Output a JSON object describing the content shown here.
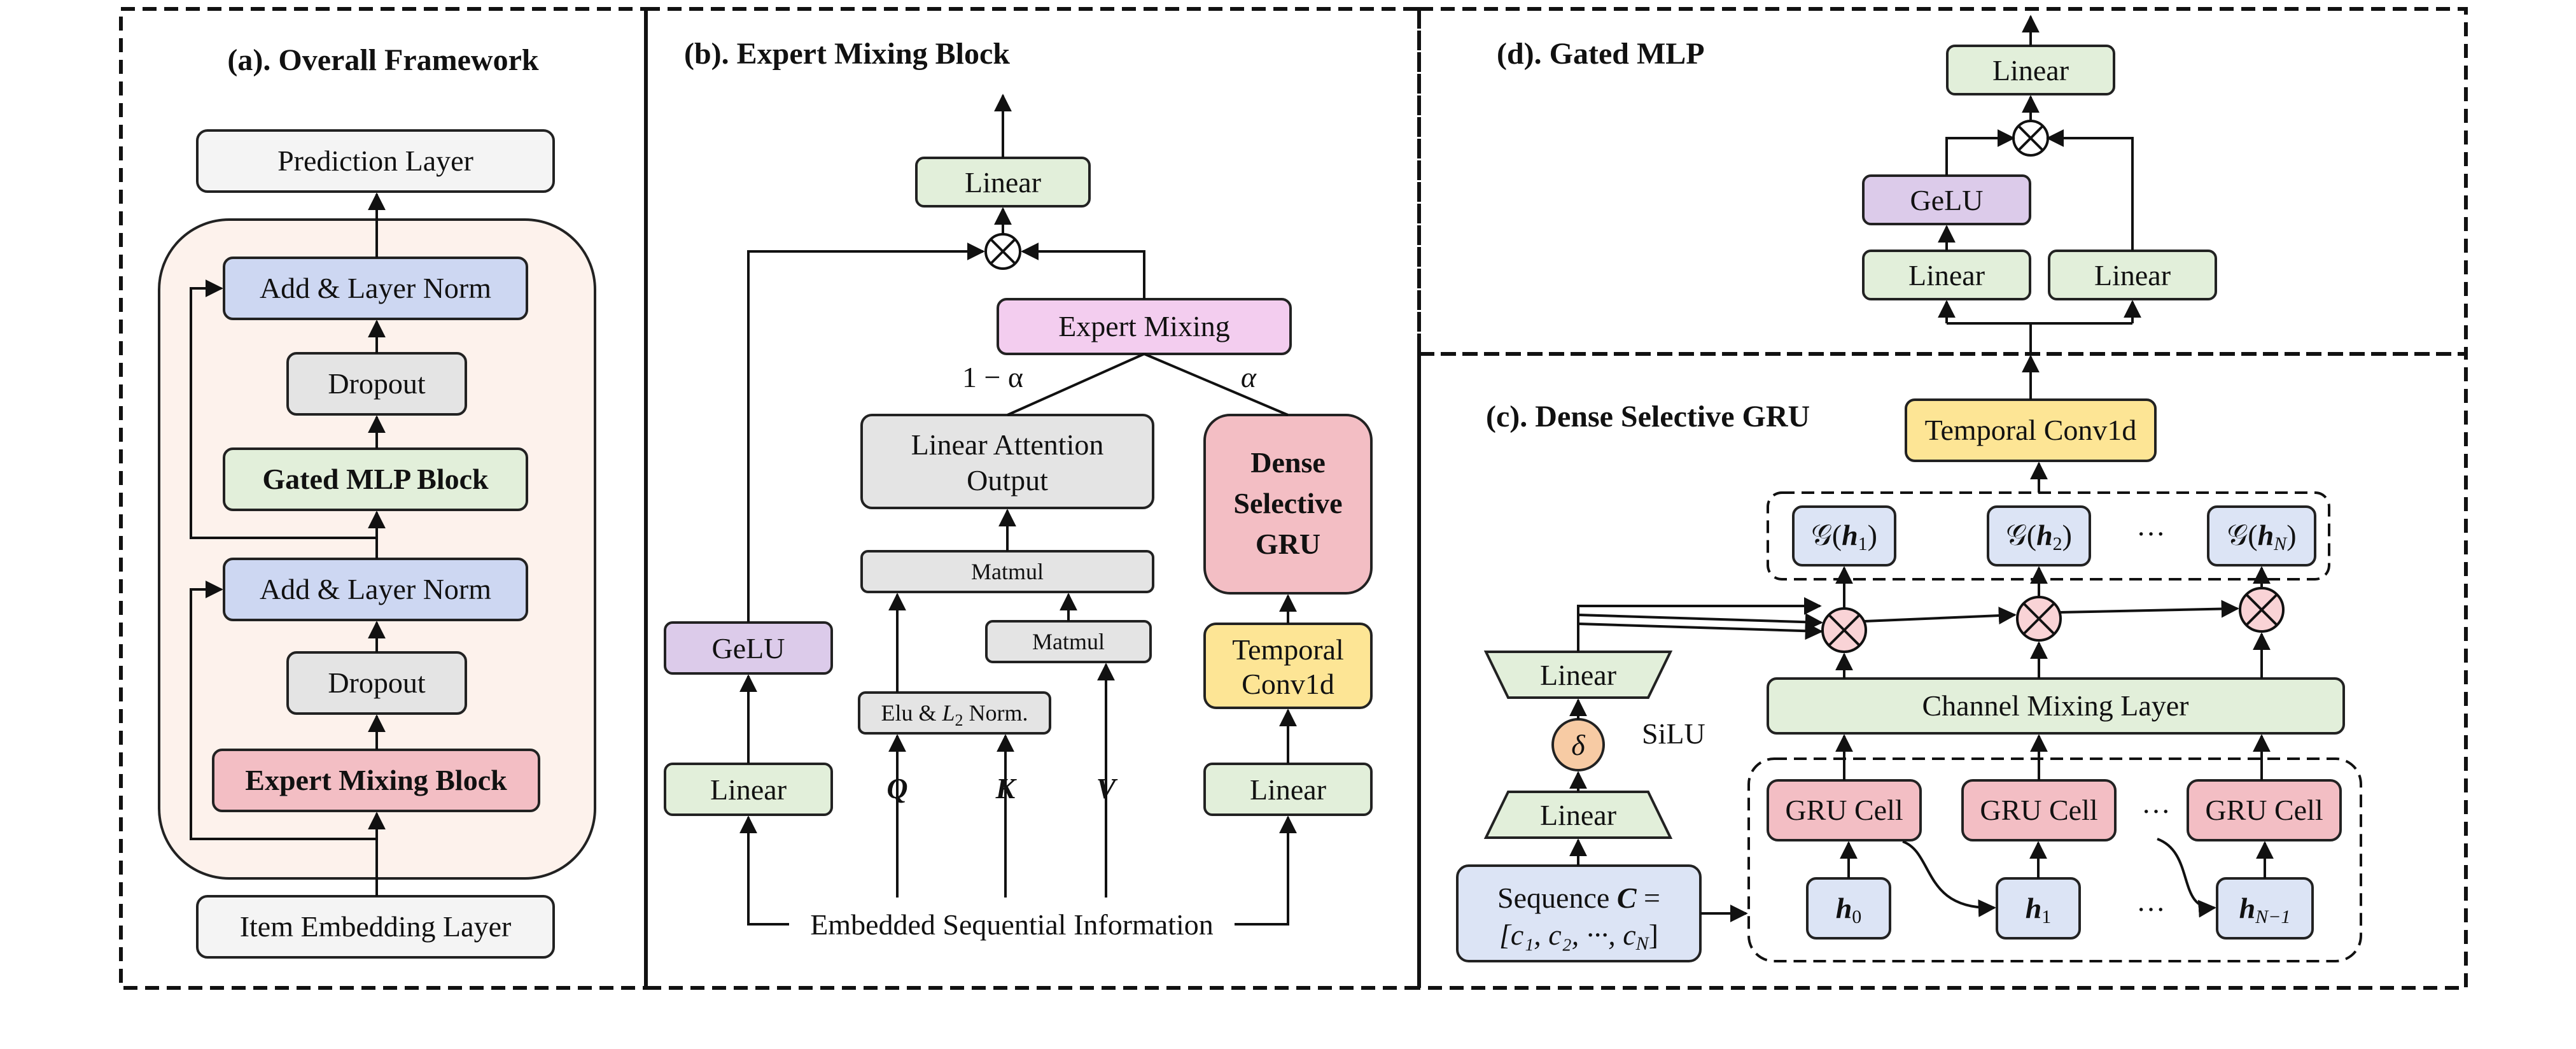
{
  "panel_a": {
    "title": "(a). Overall Framework",
    "prediction_layer": "Prediction Layer",
    "add_norm_top": "Add & Layer Norm",
    "dropout_top": "Dropout",
    "gated_mlp_block": "Gated MLP Block",
    "add_norm_bottom": "Add & Layer Norm",
    "dropout_bottom": "Dropout",
    "expert_mixing_block": "Expert Mixing Block",
    "item_embedding": "Item Embedding Layer"
  },
  "panel_b": {
    "title": "(b). Expert Mixing Block",
    "linear_top": "Linear",
    "expert_mixing": "Expert Mixing",
    "one_minus_alpha": "1 − α",
    "alpha": "α",
    "linear_attention_line1": "Linear Attention",
    "linear_attention_line2": "Output",
    "dense_line1": "Dense",
    "dense_line2": "Selective",
    "dense_line3": "GRU",
    "matmul_top": "Matmul",
    "matmul_right": "Matmul",
    "elu_norm_prefix": "Elu & ",
    "elu_norm_L": "L",
    "elu_norm_sub": "2",
    "elu_norm_suffix": " Norm.",
    "gelu": "GeLU",
    "temporal_line1": "Temporal",
    "temporal_line2": "Conv1d",
    "linear_left": "Linear",
    "linear_right": "Linear",
    "q": "Q",
    "k": "K",
    "v": "V",
    "embedded_info": "Embedded Sequential Information"
  },
  "panel_d": {
    "title": "(d). Gated MLP",
    "linear_top": "Linear",
    "gelu": "GeLU",
    "linear_left": "Linear",
    "linear_right": "Linear"
  },
  "panel_c": {
    "title": "(c). Dense Selective GRU",
    "temporal_conv": "Temporal Conv1d",
    "g_symbol": "𝒢",
    "g1_sub": "1",
    "g2_sub": "2",
    "gN_sub": "N",
    "h_symbol": "h",
    "ellipsis_g": "···",
    "linear_upper": "Linear",
    "delta": "δ",
    "silu": "SiLU",
    "linear_lower": "Linear",
    "channel_mixing": "Channel Mixing Layer",
    "gru_cell_1": "GRU Cell",
    "gru_cell_2": "GRU Cell",
    "gru_cell_3": "GRU Cell",
    "ellipsis_gru": "···",
    "sequence_line1_prefix": "Sequence ",
    "sequence_C": "C",
    "sequence_eq": " =",
    "sequence_line2": "[c₁, c₂, ···, c",
    "sequence_line2_sub": "N",
    "sequence_line2_end": "]",
    "h0_sub": "0",
    "h1_sub": "1",
    "hN1_sub": "N−1",
    "ellipsis_h": "···"
  },
  "colors": {
    "green": "#e2efda",
    "blue": "#cdd7f2",
    "gray_light": "#f4f4f4",
    "gray": "#e4e4e4",
    "pink": "#f3bec4",
    "purple": "#dccbea",
    "magenta": "#f3cdef",
    "yellow": "#fde595",
    "orange": "#f7cba4",
    "peach_bg": "#fdf2ec",
    "light_blue_box": "#dce4f5",
    "x_pink": "#f9d3d6"
  }
}
